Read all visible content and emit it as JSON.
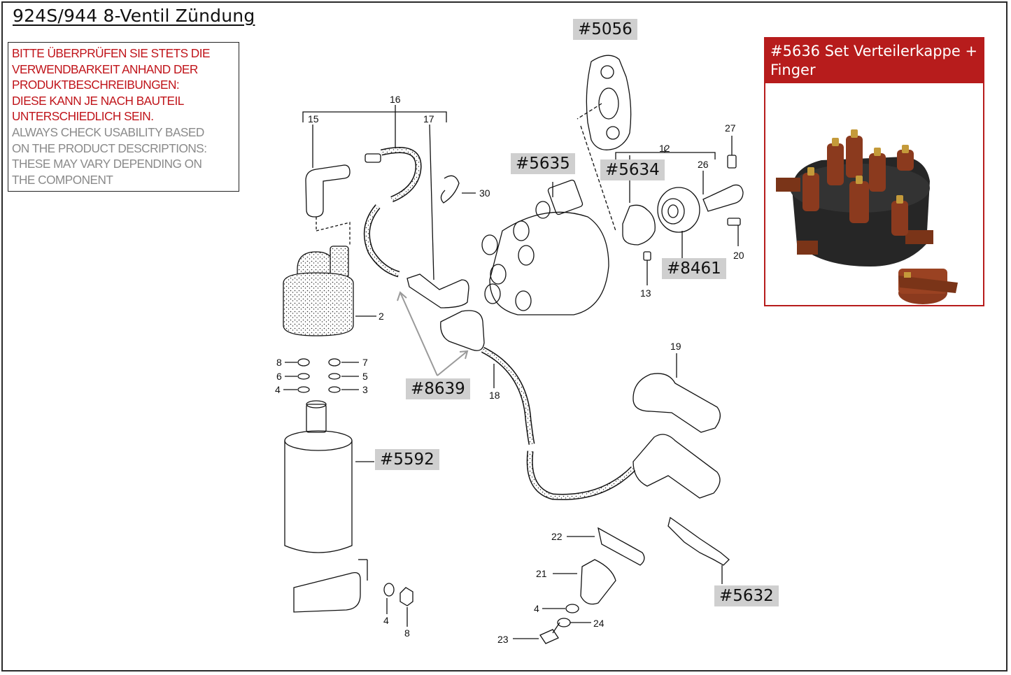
{
  "title": "924S/944 8-Ventil Zündung",
  "notice": {
    "de_lines": [
      "BITTE ÜBERPRÜFEN SIE STETS DIE",
      "VERWENDBARKEIT ANHAND DER",
      "PRODUKTBESCHREIBUNGEN:",
      "DIESE KANN JE NACH BAUTEIL",
      "UNTERSCHIEDLICH SEIN."
    ],
    "en_lines": [
      "ALWAYS CHECK USABILITY BASED",
      "ON THE PRODUCT DESCRIPTIONS:",
      "THESE MAY VARY DEPENDING ON",
      "THE COMPONENT"
    ]
  },
  "tags": {
    "t5056": "#5056",
    "t5635": "#5635",
    "t5634": "#5634",
    "t8461": "#8461",
    "t8639": "#8639",
    "t5592": "#5592",
    "t5632": "#5632"
  },
  "callout": {
    "title": "#5636 Set Verteilerkappe + Finger"
  },
  "part_numbers": {
    "n16": "16",
    "n15": "15",
    "n17": "17",
    "n30": "30",
    "n12": "12",
    "n27": "27",
    "n26": "26",
    "n20": "20",
    "n13": "13",
    "n2": "2",
    "n8a": "8",
    "n6": "6",
    "n4a": "4",
    "n7": "7",
    "n5": "5",
    "n3": "3",
    "n18": "18",
    "n19": "19",
    "n22": "22",
    "n21": "21",
    "n4b": "4",
    "n24": "24",
    "n23": "23",
    "n4c": "4",
    "n8b": "8"
  },
  "colors": {
    "accent_red": "#b71c1c",
    "tag_gray": "#cfcfcf",
    "notice_red": "#c0141a",
    "notice_gray": "#8a8a8a"
  }
}
